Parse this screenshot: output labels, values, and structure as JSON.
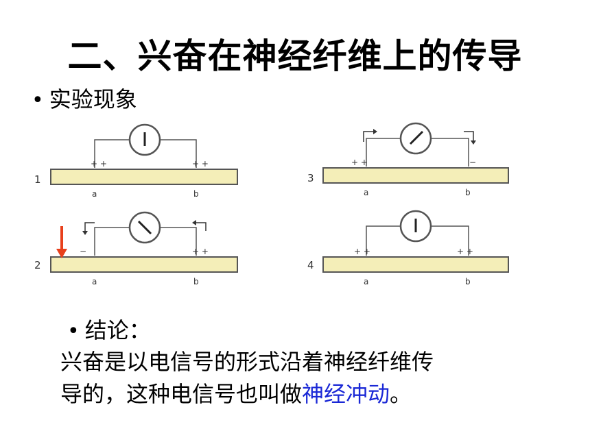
{
  "slide": {
    "title": "二、兴奋在神经纤维上的传导",
    "bullet_phenomenon": "实验现象",
    "bullet_conclusion": "结论：",
    "conclusion_line1": "兴奋是以电信号的形式沿着神经纤维传",
    "conclusion_line2_pre": "导的，这种电信号也叫做",
    "conclusion_highlight": "神经冲动",
    "conclusion_line2_post": "。"
  },
  "diagram": {
    "panels": [
      {
        "number": "1",
        "a_label": "a",
        "b_label": "b",
        "left_sign": "+ +",
        "right_sign": "+ +"
      },
      {
        "number": "3",
        "a_label": "a",
        "b_label": "b",
        "left_sign": "+ +",
        "right_sign": "−"
      },
      {
        "number": "2",
        "a_label": "a",
        "b_label": "b",
        "left_sign": "−",
        "right_sign": "+ +"
      },
      {
        "number": "4",
        "a_label": "a",
        "b_label": "b",
        "left_sign": "+ +",
        "right_sign": "+ +"
      }
    ],
    "colors": {
      "fiber_fill": "#f4eeb8",
      "stimulus_arrow": "#e8401c",
      "wire": "#555555",
      "highlight": "#1a28d6"
    }
  }
}
